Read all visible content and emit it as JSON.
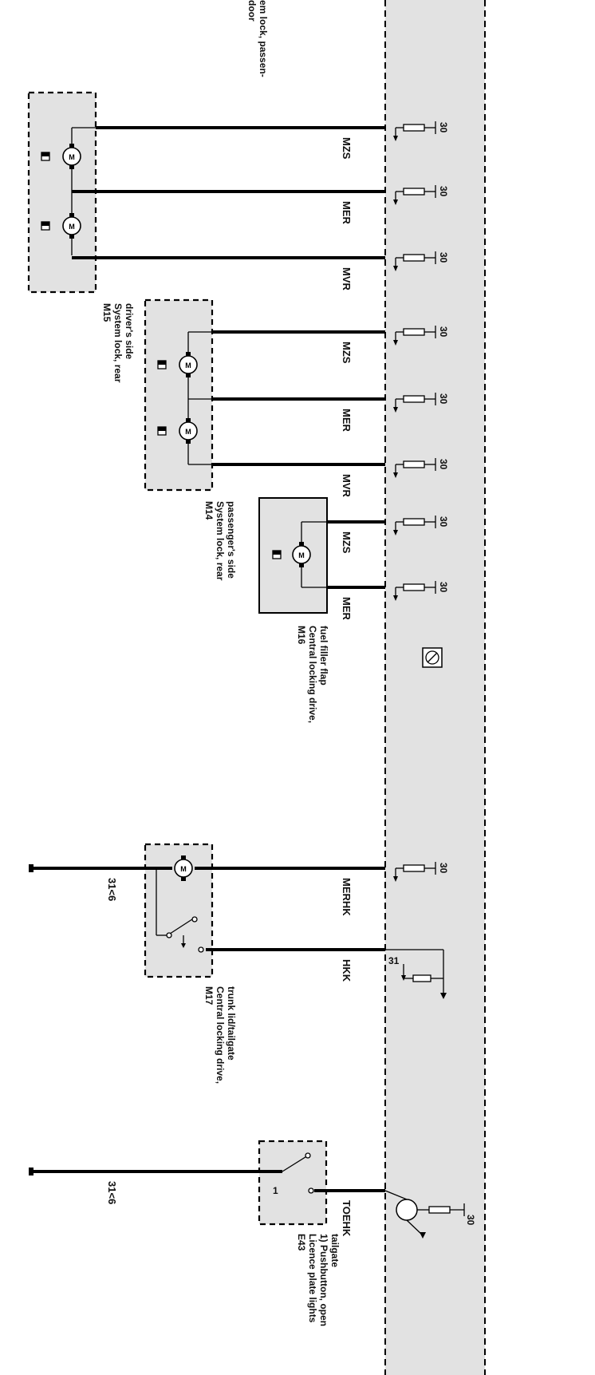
{
  "top_caption": [
    "em lock, passen-",
    "door"
  ],
  "ground_pin": "31",
  "fuse_pin": "30",
  "modules": [
    {
      "id": "M15",
      "name": "System lock, rear",
      "name2": "driver's side",
      "wires": [
        "MZS",
        "MER",
        "MVR"
      ]
    },
    {
      "id": "M14",
      "name": "System lock, rear",
      "name2": "passenger's side",
      "wires": [
        "MZS",
        "MER",
        "MVR"
      ]
    },
    {
      "id": "M16",
      "name": "Central locking drive,",
      "name2": "fuel filler flap",
      "wires": [
        "MZS",
        "MER"
      ]
    },
    {
      "id": "M17",
      "name": "Central locking drive,",
      "name2": "trunk lid/tailgate",
      "wires": [
        "MERHK",
        "HKK"
      ],
      "ground": "31<6"
    },
    {
      "id": "E43",
      "name": "Licence plate lights",
      "name2": "1) Pushbutton, open",
      "name3": "tailgate",
      "switch_pin": "1",
      "wires": [
        "TOEHK"
      ],
      "ground": "31<6"
    }
  ]
}
